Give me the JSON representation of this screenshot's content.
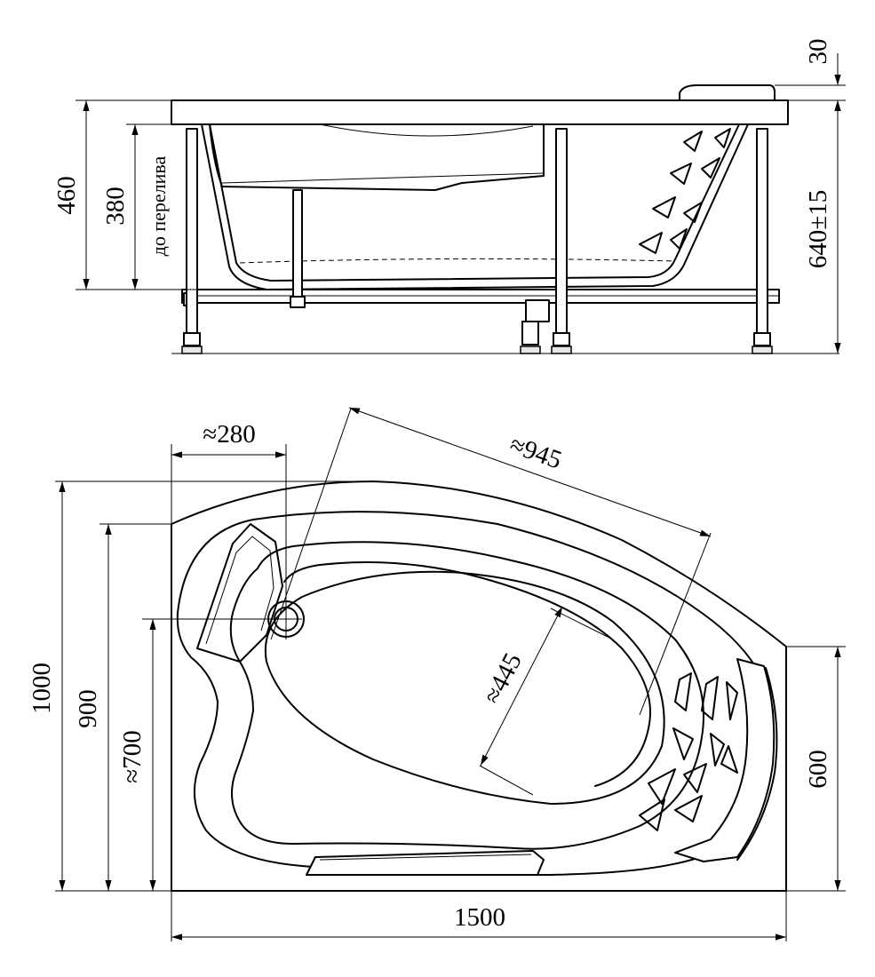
{
  "side_view": {
    "dims": {
      "rim_thickness": "30",
      "depth_total": "460",
      "depth_overflow": "380",
      "overflow_note": "до перелива",
      "height_total": "640±15"
    }
  },
  "top_view": {
    "dims": {
      "drain_offset": "≈280",
      "diagonal_length": "≈945",
      "inner_width": "≈445",
      "length": "1500",
      "width": "1000",
      "width_900": "900",
      "width_700": "≈700",
      "side_600": "600"
    }
  }
}
